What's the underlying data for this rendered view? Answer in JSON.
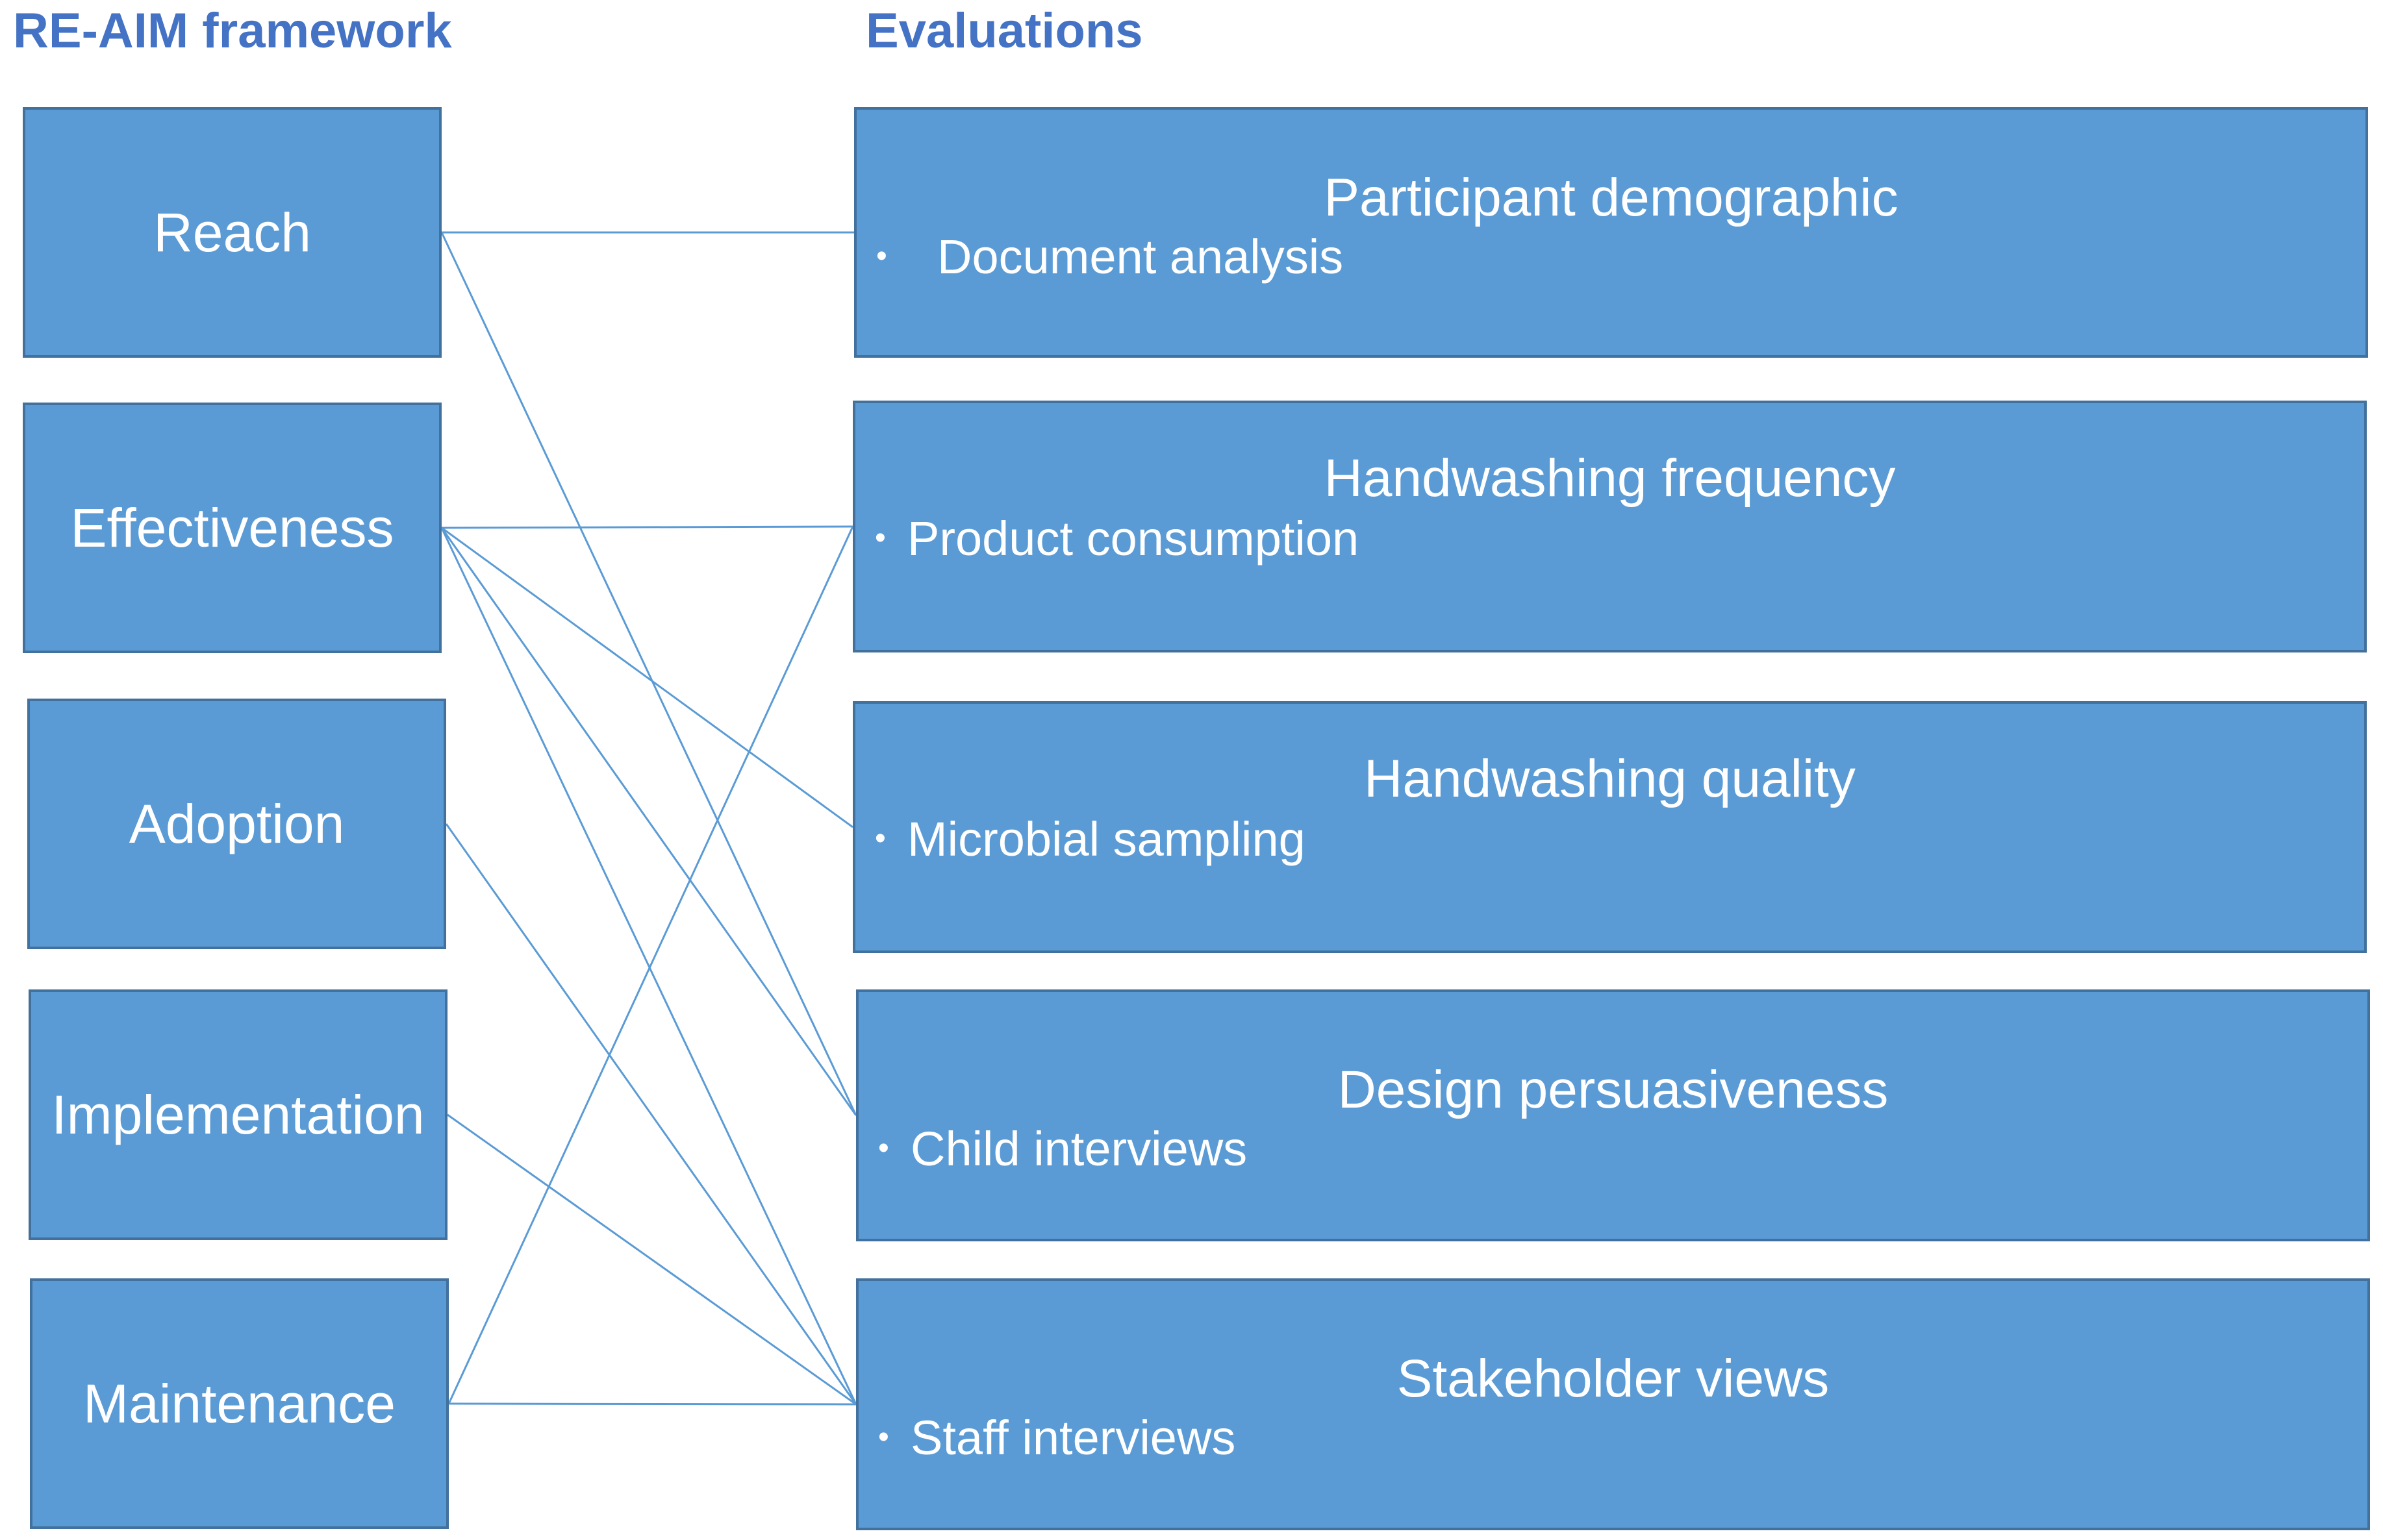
{
  "headings": {
    "framework": "RE-AIM framework",
    "evaluations": "Evaluations"
  },
  "framework": [
    {
      "id": "reach",
      "label": "Reach"
    },
    {
      "id": "effectiveness",
      "label": "Effectiveness"
    },
    {
      "id": "adoption",
      "label": "Adoption"
    },
    {
      "id": "implementation",
      "label": "Implementation"
    },
    {
      "id": "maintenance",
      "label": "Maintenance"
    }
  ],
  "evaluations": [
    {
      "id": "participant",
      "title": "Participant demographic",
      "bullet": "Document analysis"
    },
    {
      "id": "frequency",
      "title": "Handwashing frequency",
      "bullet": "Product consumption"
    },
    {
      "id": "quality",
      "title": "Handwashing quality",
      "bullet": "Microbial sampling"
    },
    {
      "id": "persuasiveness",
      "title": "Design persuasiveness",
      "bullet": "Child interviews"
    },
    {
      "id": "stakeholder",
      "title": "Stakeholder views",
      "bullet": "Staff interviews"
    }
  ],
  "connections": [
    [
      "reach",
      "participant"
    ],
    [
      "reach",
      "persuasiveness"
    ],
    [
      "effectiveness",
      "frequency"
    ],
    [
      "effectiveness",
      "quality"
    ],
    [
      "effectiveness",
      "persuasiveness"
    ],
    [
      "effectiveness",
      "stakeholder"
    ],
    [
      "adoption",
      "stakeholder"
    ],
    [
      "implementation",
      "stakeholder"
    ],
    [
      "maintenance",
      "frequency"
    ],
    [
      "maintenance",
      "stakeholder"
    ]
  ],
  "colors": {
    "heading": "#4472c4",
    "box_fill": "#5b9bd5",
    "box_border": "#41719c",
    "box_text": "#ffffff",
    "connector": "#5b9bd5"
  }
}
